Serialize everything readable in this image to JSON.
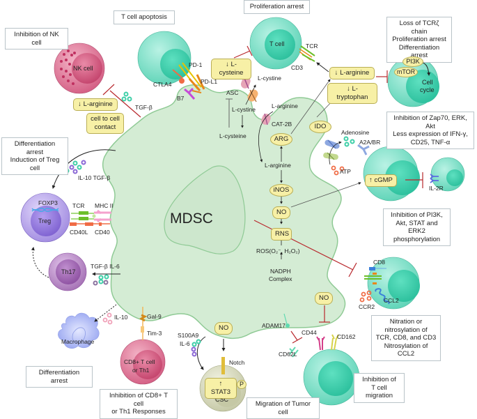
{
  "center_cell": "MDSC",
  "outcome_boxes": {
    "nk_inhibition": "Inhibition of NK cell",
    "t_apoptosis": "T cell apoptosis",
    "proliferation_arrest": "Proliferation arrest",
    "tcr_loss": "Loss of TCRζ chain\nProliferation arrest\nDifferentiation arrest",
    "diff_treg": "Differentiation arrest\nInduction of Treg cell",
    "zap70": "Inhibition of Zap70, ERK, Akt\nLess expression of IFN-γ,\nCD25, TNF-α",
    "pi3k": "Inhibition of PI3K,\nAkt, STAT and ERK2\nphosphorylation",
    "nitration": "Nitration or\nnitrosylation of\nTCR, CD8, and CD3\nNitrosylation of CCL2",
    "diff_arrest": "Differentiation arrest",
    "cd8_inhibition": "Inhibition of CD8+ T cell\nor Th1 Responses",
    "tumor_migration": "Migration of Tumor cell",
    "tcell_migration": "Inhibition of\nT cell migration"
  },
  "pills": {
    "l_arginine_left": "L-arginine",
    "cell_contact": "cell to cell\ncontact",
    "l_cysteine": "L-cysteine",
    "l_arginine_right": "L-arginine",
    "l_tryptophan": "L-tryptophan",
    "cgmp": "cGMP",
    "stat3": "STAT3",
    "p": "P",
    "rns": "RNS",
    "no_center": "NO",
    "no_bottom": "NO",
    "no_right": "NO"
  },
  "ovals": {
    "arg": "ARG",
    "ido": "IDO",
    "inos": "iNOS",
    "pi3k": "PI3K",
    "mtor": "mTOR"
  },
  "cells": {
    "nk": "NK cell",
    "tcell": "T cell",
    "treg": "Treg",
    "th17": "Th17",
    "macrophage": "Macrophage",
    "cd8": "CD8+ T cell\nor Th1",
    "csc": "CSC",
    "cell_cycle": "Cell\ncycle"
  },
  "labels": {
    "tgfb_top": "TGF-β",
    "ctla4": "CTLA4",
    "pd1": "PD-1",
    "pdl1": "PD-L1",
    "b7": "B7",
    "asc": "ASC",
    "l_cystine_out": "L-cystine",
    "l_cystine_in": "L-cystine",
    "l_cysteine_in": "L-cysteine",
    "l_arginine_out": "L-arginine",
    "cat2b": "CAT-2B",
    "l_arginine_in": "L-arginine",
    "tcr_top": "TCR",
    "cd3": "CD3",
    "adenosine": "Adenosine",
    "atp": "ATP",
    "a2abr": "A2A/BR",
    "il2r": "IL-2R",
    "il10_tgfb": "IL-10 TGF-β",
    "foxp3": "FOXP3",
    "tcr_treg": "TCR",
    "mhc2": "MHC II",
    "cd40l": "CD40L",
    "cd40": "CD40",
    "tgfb_il6": "TGF-β IL-6",
    "il10": "IL-10",
    "gal9": "Gal-9",
    "tim3": "Tim-3",
    "s100a9": "S100A9",
    "il6": "IL-6",
    "notch": "Notch",
    "ros": "ROS(O₂⁻, H₂O₂)",
    "nadph": "NADPH",
    "complex": "Complex",
    "adam17": "ADAM17",
    "cd44": "CD44",
    "cd162": "CD162",
    "cd62l": "CD62L",
    "cd8": "CD8",
    "ccr2": "CCR2",
    "ccl2": "CCL2"
  },
  "colors": {
    "mdsc_fill": "#d4ecd4",
    "mdsc_stroke": "#8fca95",
    "tcell": "#7de0c8",
    "nk": "#d9668a",
    "treg": "#a58ee0",
    "th17": "#a774b5",
    "csc": "#d9dcc0",
    "inhibit": "#b8272c",
    "pill": "#f7f0a6"
  }
}
